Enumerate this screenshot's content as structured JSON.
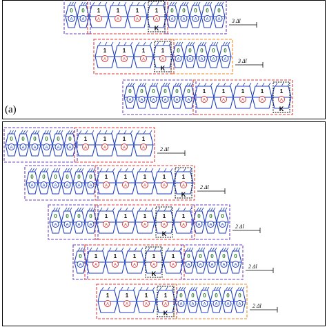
{
  "figure": {
    "panel_a_label": "(a)",
    "panel_b_label": "",
    "glyph_cell": "A",
    "kink_label": "K",
    "state_zero": "0",
    "state_one": "1"
  },
  "colors": {
    "chain_blue": "#1f3fbf",
    "node_red": "#d33a3a",
    "node_green_text": "#2e7d32",
    "group_purple": "#6a3fbf",
    "group_red": "#e23a3a",
    "group_orange": "#f08a24",
    "kink_box": "#000000"
  },
  "rows": [
    {
      "panel": "a",
      "states": "00111100000",
      "shift_label": "3 Δl",
      "kink_index": 5
    },
    {
      "panel": "a",
      "states": "111100000",
      "shift_label": "3 Δl",
      "kink_index": 3
    },
    {
      "panel": "a",
      "states": "00000011111",
      "shift_label": "",
      "kink_index": 10
    },
    {
      "panel": "b",
      "states": "0000001111",
      "shift_label": "2 Δl",
      "kink_index": -1
    },
    {
      "panel": "b",
      "states": "00000011111",
      "shift_label": "2 Δl",
      "kink_index": 10
    },
    {
      "panel": "b",
      "states": "000011111000",
      "shift_label": "2 Δl",
      "kink_index": 7
    },
    {
      "panel": "b",
      "states": "01111100000",
      "shift_label": "2 Δl",
      "kink_index": 4
    },
    {
      "panel": "b",
      "states": "1111000000",
      "shift_label": "2 Δl",
      "kink_index": 3
    }
  ]
}
